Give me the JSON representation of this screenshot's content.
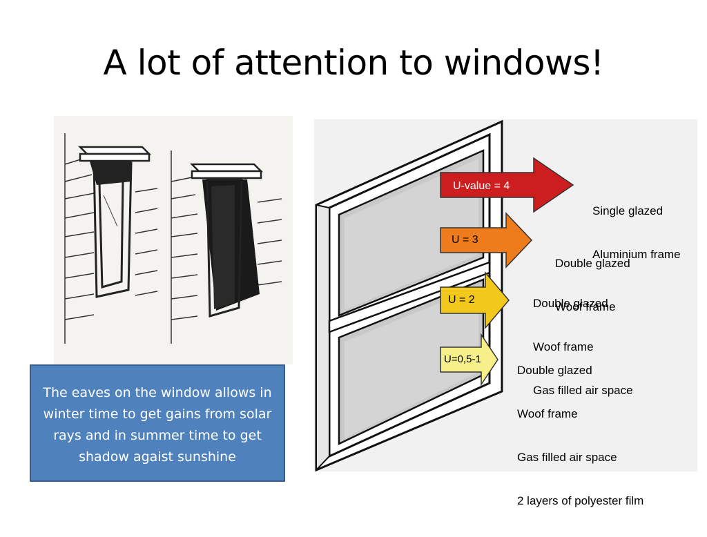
{
  "slide": {
    "title": "A lot of attention to windows!",
    "note_text": "The eaves on the window allows in winter time to get gains from solar rays and in summer time to get shadow agaist sunshine"
  },
  "sketch": {
    "description_icons": [
      "window-with-eave-sketch-left",
      "window-with-eave-shaded-sketch-right"
    ]
  },
  "diagram": {
    "arrows": [
      {
        "label": "U-value = 4",
        "color": "#cc1e1e",
        "text_color": "#ffffff",
        "descriptions": [
          "Single glazed",
          "Aluminium frame"
        ]
      },
      {
        "label": "U = 3",
        "color": "#ee7c1c",
        "text_color": "#000000",
        "descriptions": [
          "Double glazed",
          "Woof frame"
        ]
      },
      {
        "label": "U = 2",
        "color": "#f2c81c",
        "text_color": "#000000",
        "descriptions": [
          "Double glazed",
          "Woof frame",
          "Gas filled air space"
        ]
      },
      {
        "label": "U=0,5-1",
        "color": "#f7f08a",
        "text_color": "#000000",
        "descriptions": [
          "Double glazed",
          "Woof frame",
          "Gas filled air space",
          "2 layers of polyester film"
        ]
      }
    ]
  },
  "colors": {
    "note_box": "#4f81bd",
    "note_border": "#385d8a"
  }
}
